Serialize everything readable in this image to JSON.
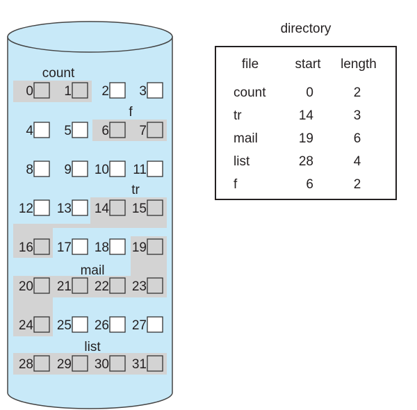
{
  "directory": {
    "title": "directory",
    "headers": {
      "file": "file",
      "start": "start",
      "length": "length"
    },
    "rows": [
      {
        "file": "count",
        "start": "0",
        "length": "2"
      },
      {
        "file": "tr",
        "start": "14",
        "length": "3"
      },
      {
        "file": "mail",
        "start": "19",
        "length": "6"
      },
      {
        "file": "list",
        "start": "28",
        "length": "4"
      },
      {
        "file": "f",
        "start": "6",
        "length": "2"
      }
    ]
  },
  "disk": {
    "block_count": 32,
    "columns": 4,
    "colors": {
      "disk_fill": "#c8e9f8",
      "allocated": "#d3d3d3",
      "free_block": "#ffffff",
      "outline": "#333333"
    }
  }
}
